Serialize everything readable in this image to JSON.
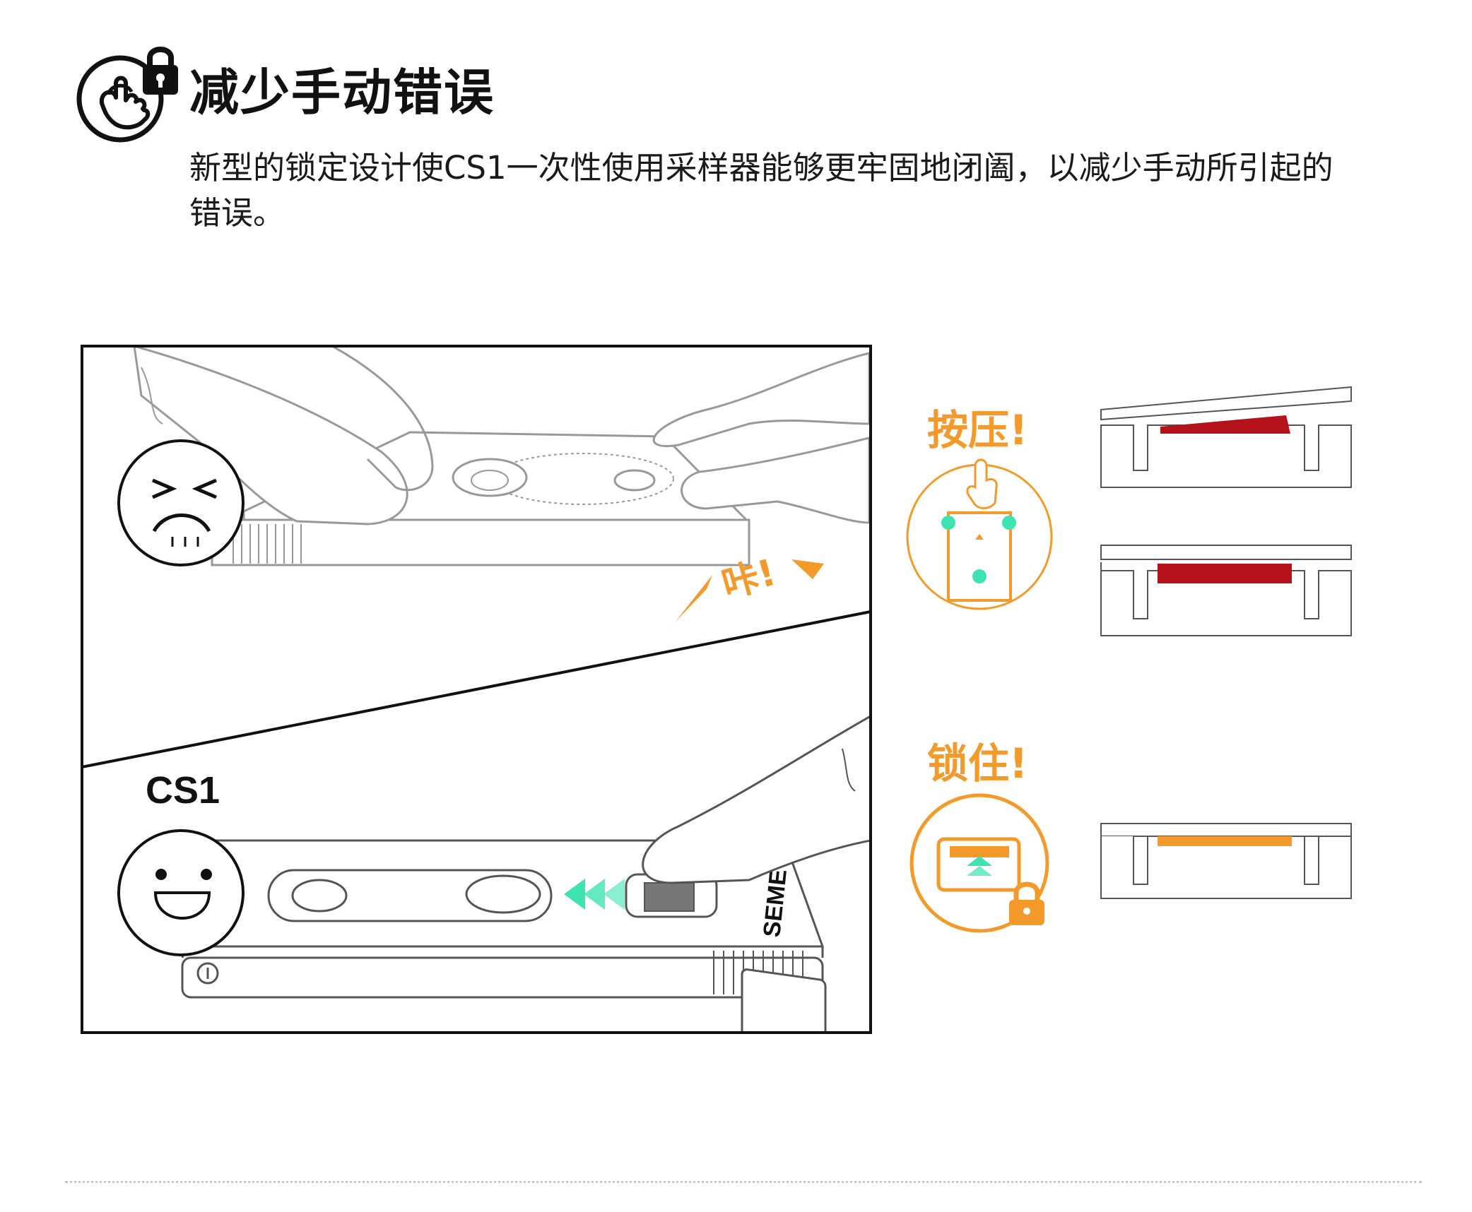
{
  "header": {
    "icon": "hand-lock-icon",
    "title": "减少手动错误",
    "description": "新型的锁定设计使CS1一次性使用采样器能够更牢固地闭阖，以减少手动所引起的错误。"
  },
  "illustration": {
    "click_label": "咔!",
    "device_label": "CS1",
    "brand_text": "SEME",
    "faces": [
      "frustrated-face-icon",
      "happy-face-icon"
    ]
  },
  "steps": {
    "press_label": "按压!",
    "lock_label": "锁住!"
  },
  "colors": {
    "accent_orange": "#F39A2B",
    "seal_red": "#B5121B",
    "arrow_green": "#3DE3B0",
    "line_gray": "#9a9a9a"
  }
}
